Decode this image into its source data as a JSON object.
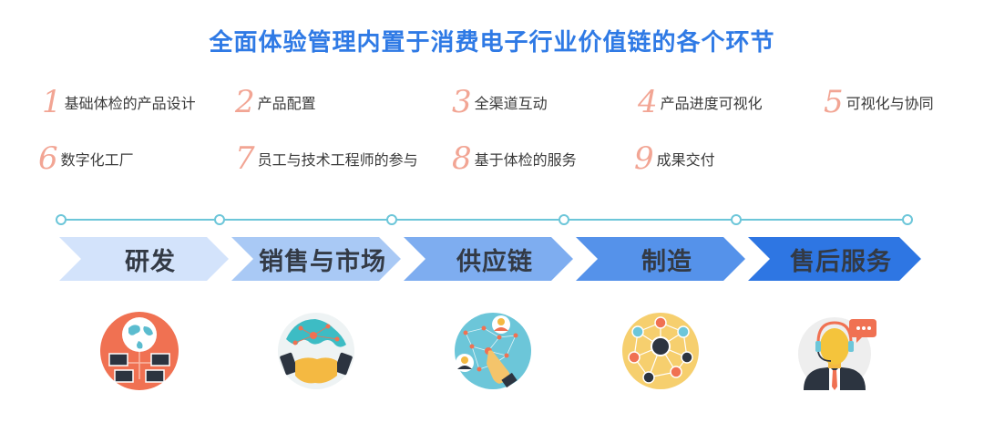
{
  "title": "全面体验管理内置于消费电子行业价值链的各个环节",
  "features": [
    {
      "num": "1",
      "label": "基础体检的产品设计"
    },
    {
      "num": "2",
      "label": "产品配置"
    },
    {
      "num": "3",
      "label": "全渠道互动"
    },
    {
      "num": "4",
      "label": "产品进度可视化"
    },
    {
      "num": "5",
      "label": "可视化与协同"
    },
    {
      "num": "6",
      "label": "数字化工厂"
    },
    {
      "num": "7",
      "label": "员工与技术工程师的参与"
    },
    {
      "num": "8",
      "label": "基于体检的服务"
    },
    {
      "num": "9",
      "label": "成果交付"
    }
  ],
  "stages": [
    {
      "label": "研发",
      "color": "#d3e3fb",
      "icon": "globe-network-icon"
    },
    {
      "label": "销售与市场",
      "color": "#a9c9f5",
      "icon": "global-handshake-icon"
    },
    {
      "label": "供应链",
      "color": "#7eadf0",
      "icon": "people-network-touch-icon"
    },
    {
      "label": "制造",
      "color": "#5592ea",
      "icon": "node-network-icon"
    },
    {
      "label": "售后服务",
      "color": "#2e76e3",
      "icon": "customer-service-icon"
    }
  ],
  "colors": {
    "title": "#2f7ae5",
    "number": "#f2a594",
    "timeline": "#6cc6d9"
  }
}
